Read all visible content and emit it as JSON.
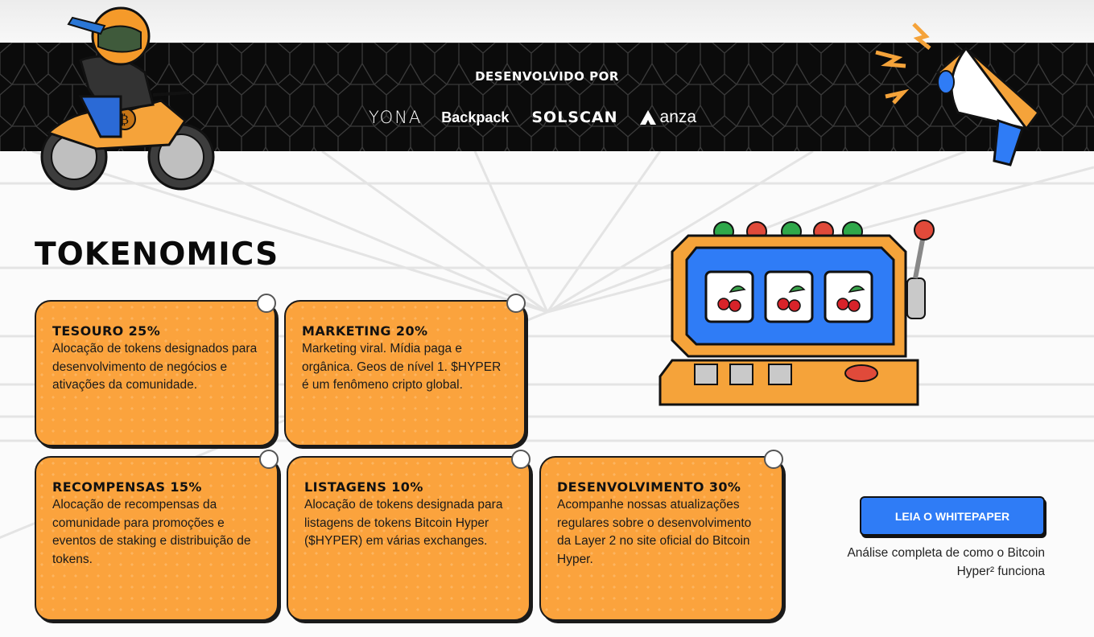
{
  "partners": {
    "heading": "DESENVOLVIDO POR",
    "logos": [
      "YONA",
      "Backpack",
      "SOLSCAN",
      "anza"
    ]
  },
  "tokenomics": {
    "title": "TOKENOMICS",
    "cards": [
      {
        "title": "TESOURO 25%",
        "body": "Alocação de tokens designados para desenvolvimento de negócios e ativações da comunidade."
      },
      {
        "title": "MARKETING 20%",
        "body": "Marketing viral. Mídia paga e orgânica. Geos de nível 1. $HYPER é um fenômeno cripto global."
      },
      {
        "title": "RECOMPENSAS 15%",
        "body": "Alocação de recompensas da comunidade para promoções e eventos de staking e distribuição de tokens."
      },
      {
        "title": "LISTAGENS 10%",
        "body": "Alocação de tokens designada para listagens de tokens Bitcoin Hyper ($HYPER) em várias exchanges."
      },
      {
        "title": "DESENVOLVIMENTO 30%",
        "body": "Acompanhe nossas atualizações regulares sobre o desenvolvimento da Layer 2 no site oficial do Bitcoin Hyper."
      }
    ]
  },
  "whitepaper": {
    "button_label": "LEIA O WHITEPAPER",
    "caption": "Análise completa de como o Bitcoin Hyper² funciona"
  },
  "colors": {
    "card_orange": "#fba33d",
    "button_blue": "#2f7cf6",
    "banner_black": "#0b0b0b"
  },
  "icons": [
    "rider-motorcycle-illustration",
    "megaphone-illustration",
    "slot-machine-illustration",
    "anza-logo-icon",
    "solscan-o-icon"
  ]
}
